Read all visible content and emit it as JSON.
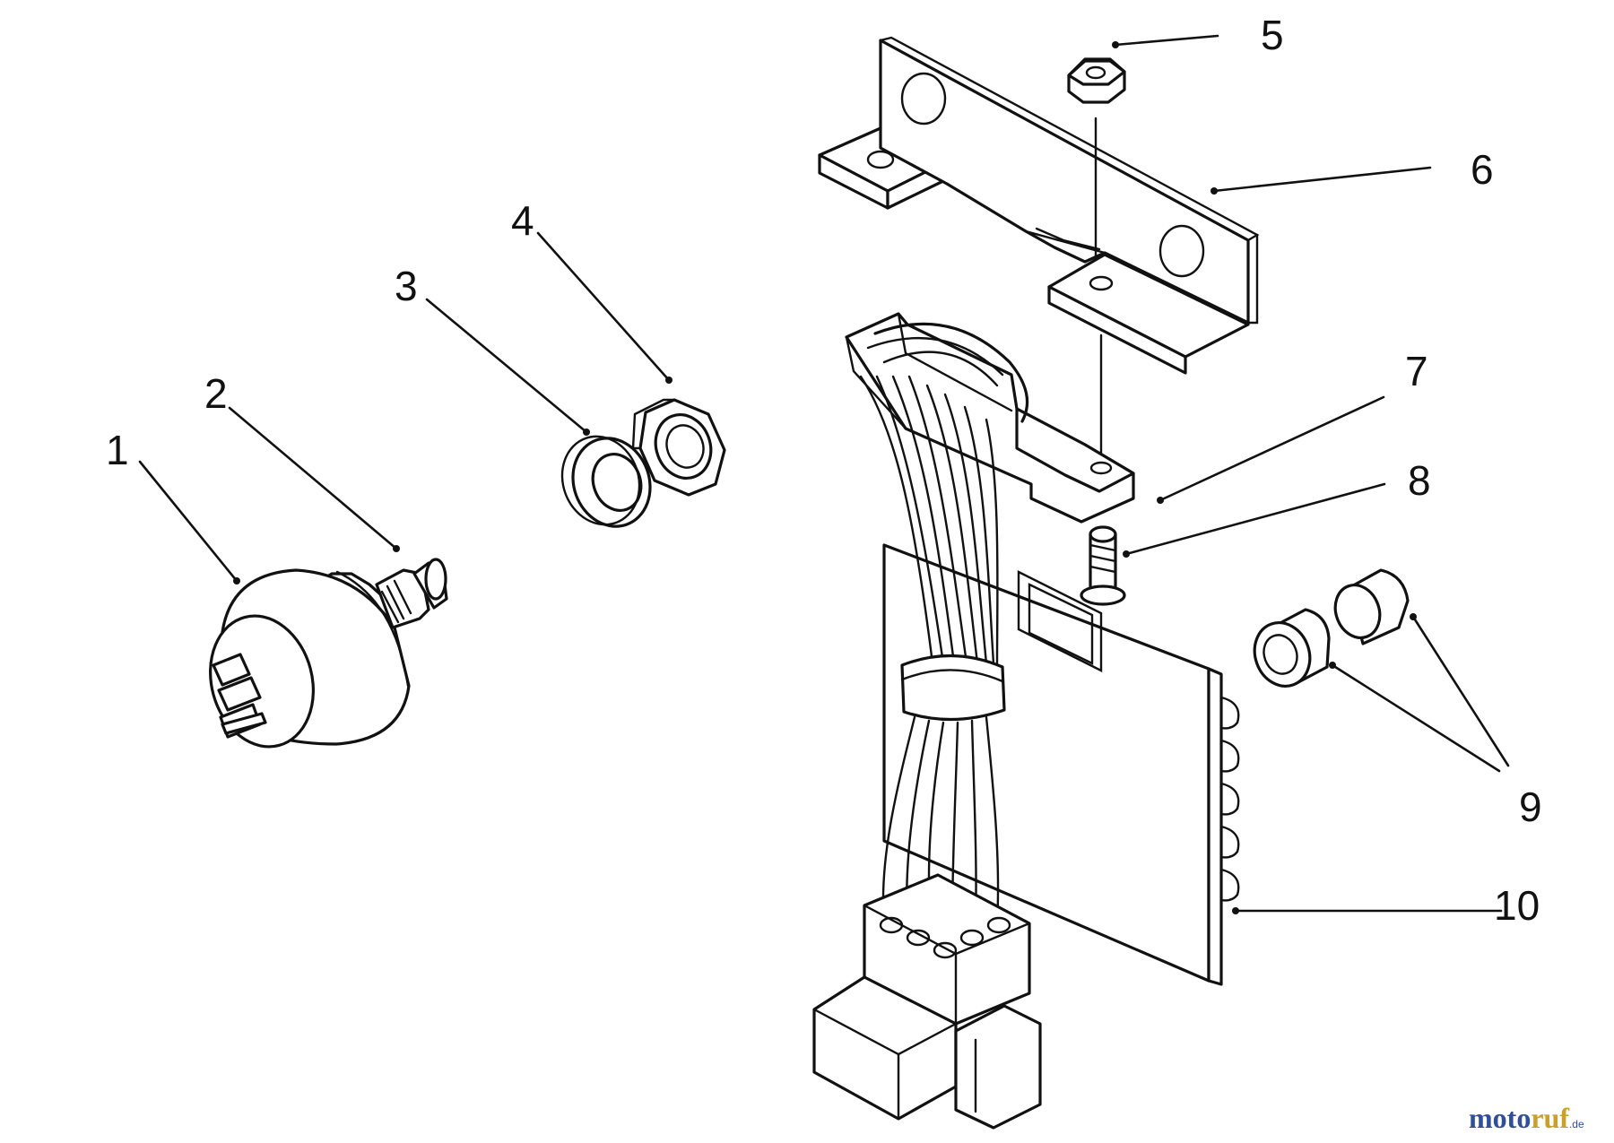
{
  "callouts": {
    "c1": "1",
    "c2": "2",
    "c3": "3",
    "c4": "4",
    "c5": "5",
    "c6": "6",
    "c7": "7",
    "c8": "8",
    "c9": "9",
    "c10": "10"
  },
  "watermark": {
    "part1": "moto",
    "part2": "ruf",
    "suffix": ".de",
    "color1": "#2f4f9a",
    "color2": "#c8a02a"
  },
  "colors": {
    "line": "#111111",
    "background": "#ffffff"
  }
}
